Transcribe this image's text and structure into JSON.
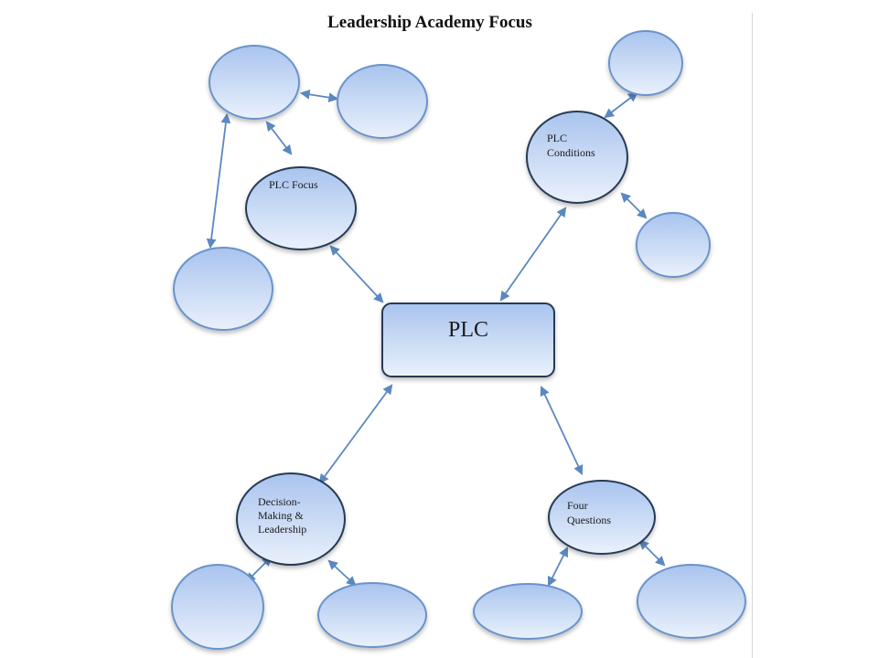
{
  "title": "Leadership Academy Focus",
  "colors": {
    "fill_top": "#a9c4ee",
    "fill_bottom": "#eaf1fc",
    "main_stroke": "#263a55",
    "leaf_stroke": "#6a93cc",
    "arrow": "#5b88c0"
  },
  "nodes": {
    "plc": {
      "label": "PLC"
    },
    "plc_focus": {
      "label": "PLC Focus"
    },
    "plc_conditions": {
      "lines": [
        "PLC",
        "Conditions"
      ]
    },
    "decision": {
      "lines": [
        "Decision-",
        "Making &",
        "Leadership"
      ]
    },
    "four_questions": {
      "lines": [
        "Four",
        "Questions"
      ]
    }
  }
}
